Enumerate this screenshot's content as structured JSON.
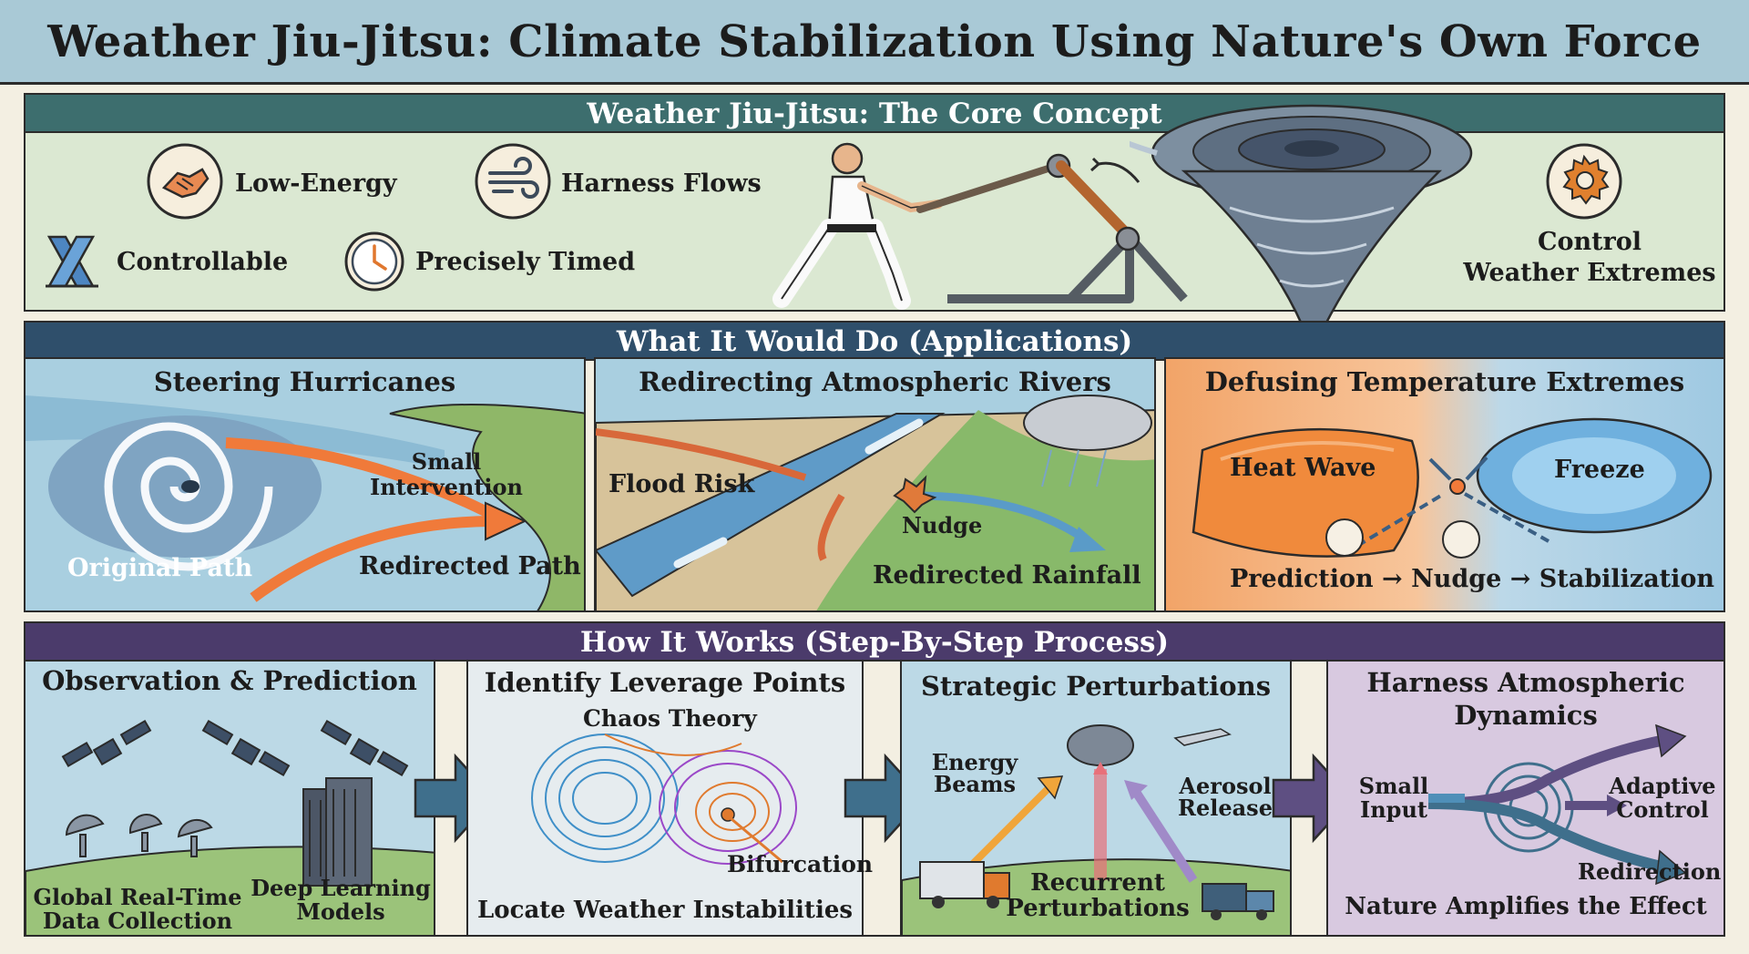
{
  "title": "Weather Jiu-Jitsu: Climate Stabilization Using Nature's Own Force",
  "core": {
    "header": "Weather Jiu-Jitsu: The Core Concept",
    "features": [
      {
        "label": "Low-Energy",
        "icon": "handshake-icon"
      },
      {
        "label": "Harness Flows",
        "icon": "wind-icon"
      },
      {
        "label": "Controllable",
        "icon": "x-brace-icon"
      },
      {
        "label": "Precisely Timed",
        "icon": "clock-icon"
      }
    ],
    "control_line1": "Control",
    "control_line2": "Weather Extremes"
  },
  "applications": {
    "header": "What It Would Do (Applications)",
    "hurricanes": {
      "title": "Steering Hurricanes",
      "small1": "Small",
      "small2": "Intervention",
      "original": "Original Path",
      "redirected": "Redirected Path"
    },
    "rivers": {
      "title": "Redirecting Atmospheric Rivers",
      "flood": "Flood Risk",
      "nudge": "Nudge",
      "rainfall": "Redirected Rainfall"
    },
    "temperature": {
      "title": "Defusing Temperature Extremes",
      "heat": "Heat Wave",
      "freeze": "Freeze",
      "flow": "Prediction → Nudge → Stabilization"
    }
  },
  "process": {
    "header": "How It Works (Step-By-Step Process)",
    "observation": {
      "title": "Observation & Prediction",
      "global1": "Global Real-Time",
      "global2": "Data Collection",
      "deep1": "Deep Learning",
      "deep2": "Models"
    },
    "leverage": {
      "title": "Identify Leverage Points",
      "chaos": "Chaos Theory",
      "bifurcation": "Bifurcation",
      "locate": "Locate Weather Instabilities"
    },
    "perturb": {
      "title": "Strategic Perturbations",
      "energy1": "Energy",
      "energy2": "Beams",
      "aerosol1": "Aerosol",
      "aerosol2": "Release",
      "recurrent1": "Recurrent",
      "recurrent2": "Perturbations"
    },
    "harness": {
      "title1": "Harness Atmospheric",
      "title2": "Dynamics",
      "small1": "Small",
      "small2": "Input",
      "adaptive1": "Adaptive",
      "adaptive2": "Control",
      "redirection": "Redirection",
      "amplifies": "Nature Amplifies the Effect"
    }
  },
  "colors": {
    "title_bar": "#a9c9d6",
    "core_header": "#3d6e6e",
    "core_bg": "#dbe8d2",
    "apps_header": "#2f4f6b",
    "process_header": "#4b3b6b",
    "accent_orange": "#f07a3a"
  }
}
